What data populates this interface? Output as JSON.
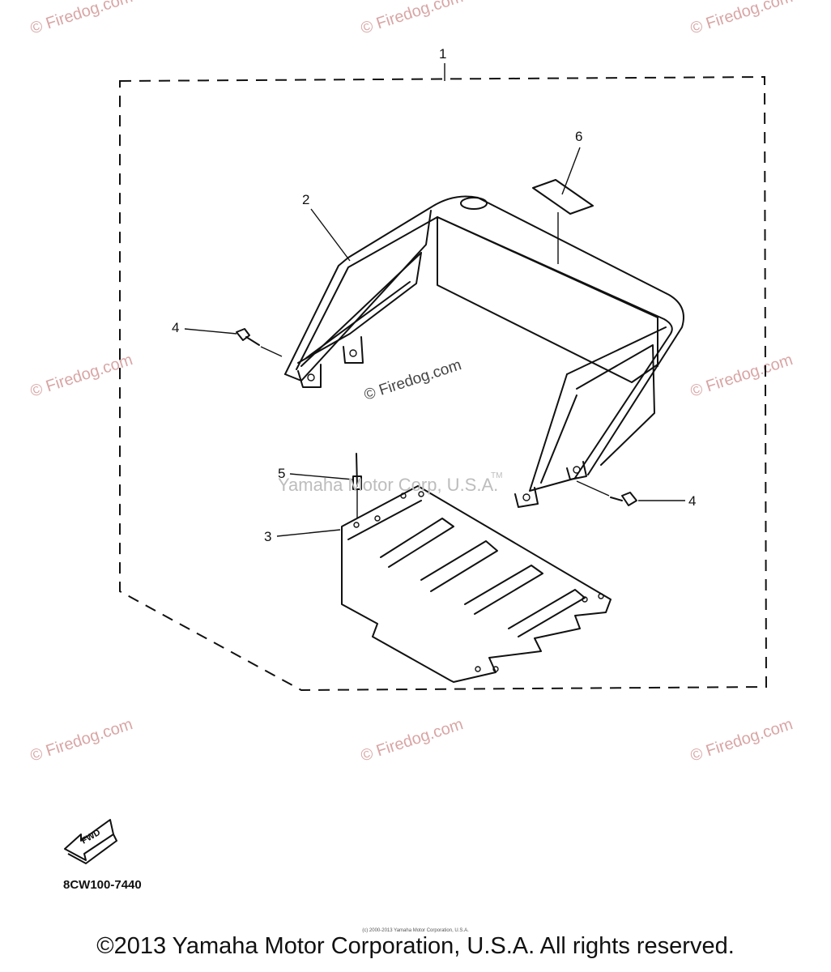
{
  "watermark": {
    "text": "© Firedog.com",
    "color": "#d9a5a5"
  },
  "center_watermark": "© Firedog.com",
  "overlay_watermark": "Yamaha Motor Corp, U.S.A.",
  "tm_mark": "TM",
  "callouts": {
    "c1": "1",
    "c2": "2",
    "c3": "3",
    "c4a": "4",
    "c4b": "4",
    "c5": "5",
    "c6": "6"
  },
  "fwd_label": "FWD",
  "part_code": "8CW100-7440",
  "copyright_small": "(c) 2000-2013 Yamaha Motor Corporation, U.S.A.",
  "copyright": "©2013 Yamaha Motor Corporation, U.S.A. All rights reserved."
}
